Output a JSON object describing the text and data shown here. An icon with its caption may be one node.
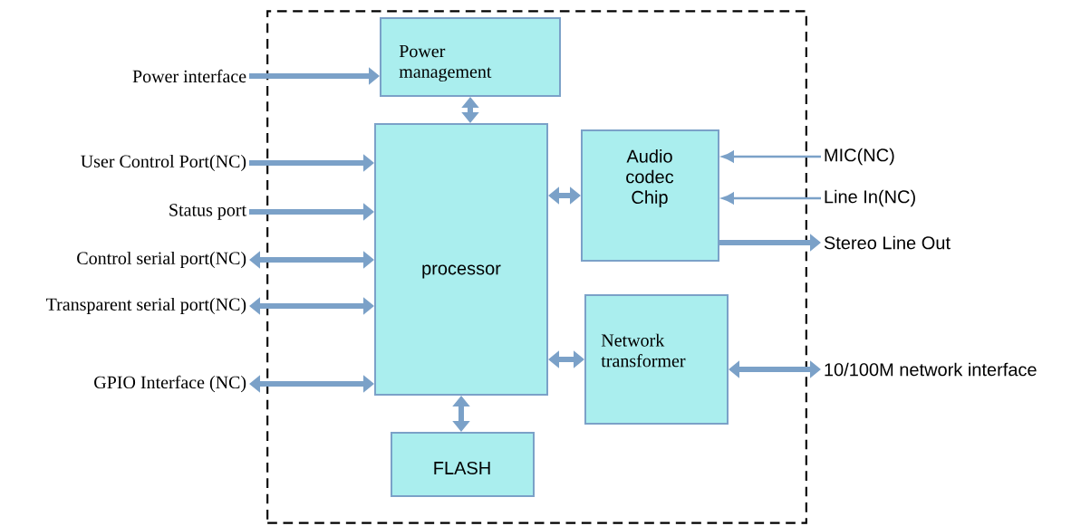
{
  "diagram": {
    "nodes": [
      {
        "text": [],
        "shape": "box"
      },
      {
        "text": [
          "Power management"
        ],
        "in": 0
      },
      {
        "text": [
          "processor"
        ],
        "in": 0
      },
      {
        "text": [
          "Audio codec Chip"
        ],
        "in": 0
      },
      {
        "text": [
          "Network transformer"
        ],
        "in": 0
      },
      {
        "text": [
          "FLASH"
        ],
        "in": 0
      },
      {
        "text": [
          "Power interface"
        ]
      },
      {
        "text": [
          "User Control Port(NC)"
        ]
      },
      {
        "text": [
          "Status port"
        ]
      },
      {
        "text": [
          "Control serial port(NC)"
        ]
      },
      {
        "text": [
          "Transparent serial port(NC)"
        ]
      },
      {
        "text": [
          "GPIO Interface (NC)"
        ]
      },
      {
        "text": [
          "MIC(NC)"
        ]
      },
      {
        "text": [
          "Line In(NC)"
        ]
      },
      {
        "text": [
          "Stereo Line Out"
        ]
      },
      {
        "text": [
          "10/100M network interface"
        ]
      }
    ],
    "edges": [
      {
        "from": 6,
        "to": 1,
        "arrow": "to"
      },
      {
        "from": 1,
        "to": 2,
        "arrow": "both"
      },
      {
        "from": 7,
        "to": 2,
        "arrow": "to"
      },
      {
        "from": 8,
        "to": 2,
        "arrow": "to"
      },
      {
        "from": 9,
        "to": 2,
        "arrow": "both"
      },
      {
        "from": 10,
        "to": 2,
        "arrow": "both"
      },
      {
        "from": 11,
        "to": 2,
        "arrow": "both"
      },
      {
        "from": 2,
        "to": 3,
        "arrow": "both"
      },
      {
        "from": 2,
        "to": 4,
        "arrow": "both"
      },
      {
        "from": 2,
        "to": 5,
        "arrow": "both"
      },
      {
        "from": 12,
        "to": 3,
        "arrow": "to"
      },
      {
        "from": 13,
        "to": 3,
        "arrow": "to"
      },
      {
        "from": 3,
        "to": 14,
        "arrow": "to"
      },
      {
        "from": 4,
        "to": 15,
        "arrow": "both"
      }
    ]
  }
}
